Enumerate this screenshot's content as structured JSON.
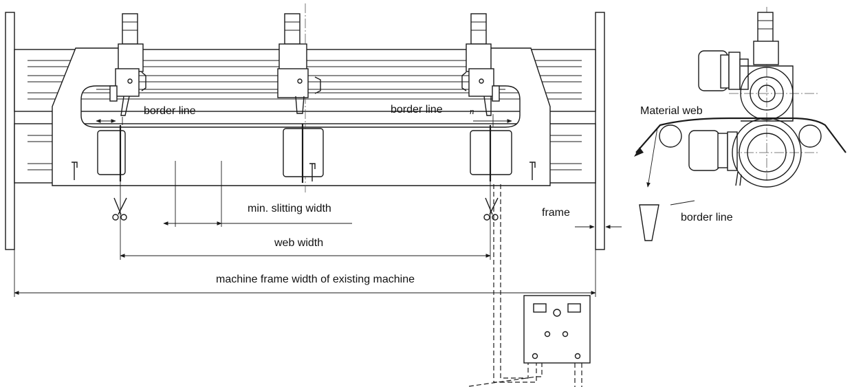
{
  "labels": {
    "border_line_left": "border line",
    "border_line_center": "border line",
    "border_line_right": "border line",
    "n_marker": "n",
    "material_web": "Material web",
    "min_slitting_width": "min. slitting width",
    "frame": "frame",
    "web_width": "web width",
    "machine_frame_width": "machine frame width of existing machine"
  }
}
